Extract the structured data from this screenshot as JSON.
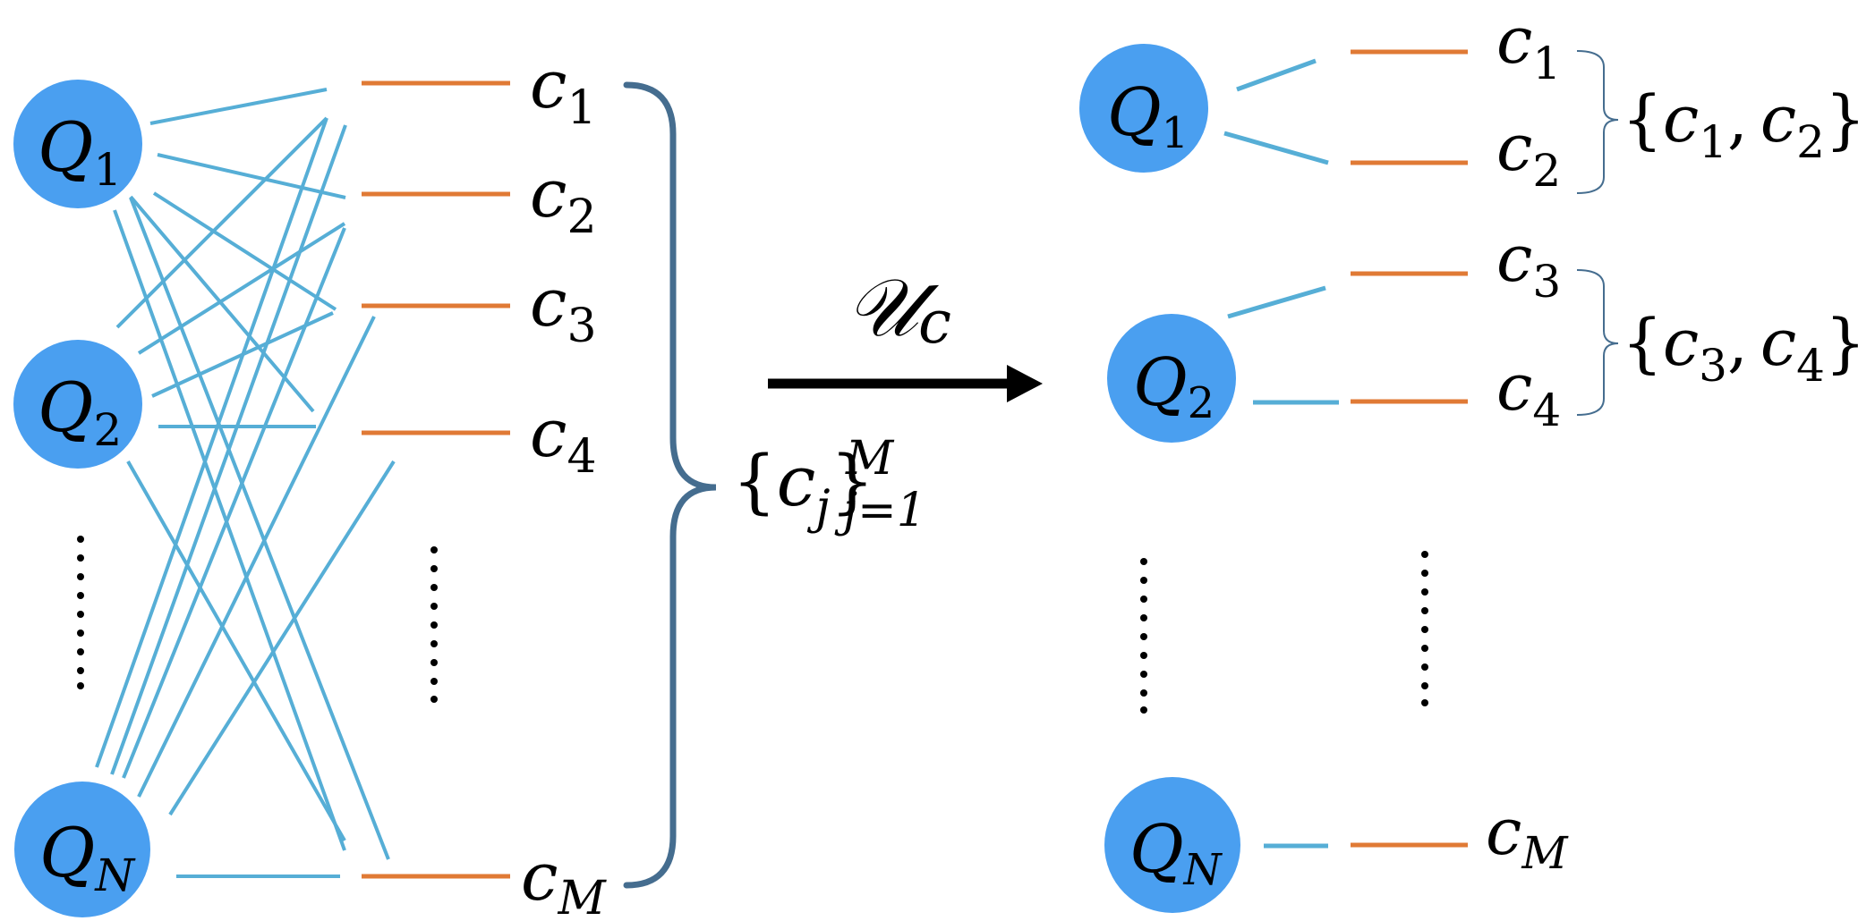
{
  "colors": {
    "node_fill": "#4a9ff0",
    "connection": "#56aed6",
    "level": "#e07a35",
    "brace": "#456d8f",
    "arrow": "#000000",
    "text": "#000000"
  },
  "left_panel": {
    "nodes": [
      {
        "base": "Q",
        "sub": "1"
      },
      {
        "base": "Q",
        "sub": "2"
      },
      {
        "base": "Q",
        "sub": "N"
      }
    ],
    "levels": [
      {
        "base": "c",
        "sub": "1"
      },
      {
        "base": "c",
        "sub": "2"
      },
      {
        "base": "c",
        "sub": "3"
      },
      {
        "base": "c",
        "sub": "4"
      },
      {
        "base": "c",
        "sub": "M"
      }
    ],
    "set_label": {
      "open": "{",
      "base": "c",
      "sub": "j",
      "close": "}",
      "sup": "M",
      "lower": "j=1"
    }
  },
  "operator": {
    "symbol": "𝒰",
    "sub": "c"
  },
  "right_panel": {
    "nodes": [
      {
        "base": "Q",
        "sub": "1"
      },
      {
        "base": "Q",
        "sub": "2"
      },
      {
        "base": "Q",
        "sub": "N"
      }
    ],
    "levels": [
      {
        "base": "c",
        "sub": "1"
      },
      {
        "base": "c",
        "sub": "2"
      },
      {
        "base": "c",
        "sub": "3"
      },
      {
        "base": "c",
        "sub": "4"
      },
      {
        "base": "c",
        "sub": "M"
      }
    ],
    "groups": [
      {
        "open": "{",
        "a_base": "c",
        "a_sub": "1",
        "sep": ",",
        "b_base": "c",
        "b_sub": "2",
        "close": "}"
      },
      {
        "open": "{",
        "a_base": "c",
        "a_sub": "3",
        "sep": ",",
        "b_base": "c",
        "b_sub": "4",
        "close": "}"
      }
    ]
  }
}
